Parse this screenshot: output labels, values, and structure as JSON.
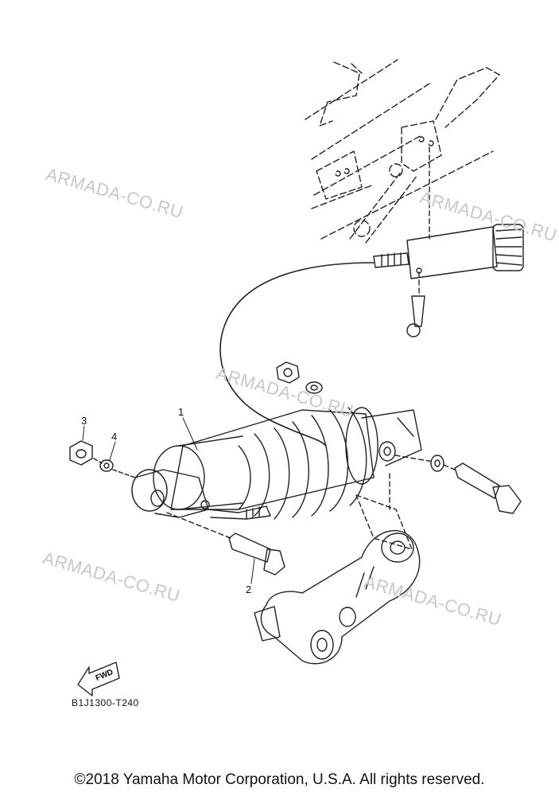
{
  "watermarks": [
    "ARMADA-CO.RU",
    "ARMADA-CO.RU",
    "ARMADA-CO.RU",
    "ARMADA-CO.RU",
    "ARMADA-CO.RU"
  ],
  "callouts": {
    "c1": "1",
    "c2": "2",
    "c3": "3",
    "c4": "4"
  },
  "fwd_label": "FWD",
  "diagram_code": "B1J1300-T240",
  "copyright": "©2018 Yamaha Motor Corporation, U.S.A. All rights reserved."
}
